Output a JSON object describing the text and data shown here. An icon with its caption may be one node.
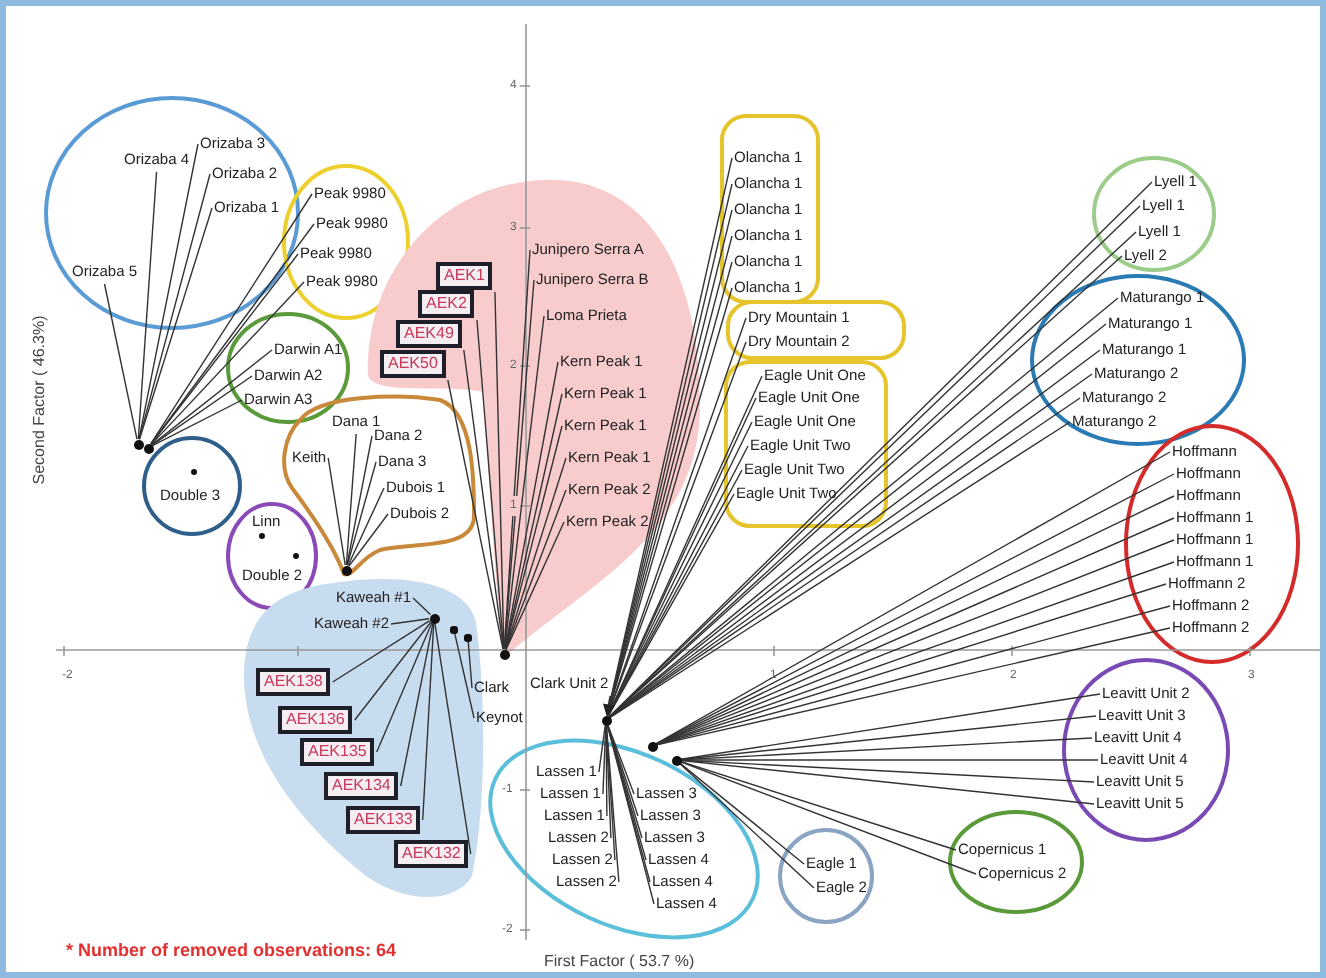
{
  "diagram": {
    "nodes": [
      {
        "text": [],
        "shape": "circle"
      },
      {
        "text": [
          "Orizaba 4"
        ],
        "in": 0
      },
      {
        "text": [
          "Orizaba 3"
        ],
        "in": 0
      },
      {
        "text": [
          "Orizaba 2"
        ],
        "in": 0
      },
      {
        "text": [
          "Orizaba 1"
        ],
        "in": 0
      },
      {
        "text": [
          "Orizaba 5"
        ],
        "in": 0
      },
      {
        "text": [],
        "shape": "circle"
      },
      {
        "text": [
          "Peak 9980"
        ],
        "in": 6
      },
      {
        "text": [
          "Peak 9980"
        ],
        "in": 6
      },
      {
        "text": [
          "Peak 9980"
        ],
        "in": 6
      },
      {
        "text": [
          "Peak 9980"
        ],
        "in": 6
      },
      {
        "text": [],
        "shape": "circle"
      },
      {
        "text": [
          "Darwin A1"
        ],
        "in": 11
      },
      {
        "text": [
          "Darwin A2"
        ],
        "in": 11
      },
      {
        "text": [
          "Darwin A3"
        ],
        "in": 11
      },
      {
        "text": [],
        "shape": "circle"
      },
      {
        "text": [],
        "shape": "circle"
      },
      {
        "text": [],
        "shape": "blob"
      },
      {
        "text": [
          "Dana 1"
        ],
        "in": 17
      },
      {
        "text": [
          "Dana 2"
        ],
        "in": 17
      },
      {
        "text": [
          "Keith"
        ],
        "in": 17
      },
      {
        "text": [
          "Dana 3"
        ],
        "in": 17
      },
      {
        "text": [
          "Dubois 1"
        ],
        "in": 17
      },
      {
        "text": [
          "Dubois 2"
        ],
        "in": 17
      },
      {
        "text": [],
        "shape": "circle"
      },
      {
        "text": [
          "Double 3"
        ],
        "in": 24
      },
      {
        "text": [],
        "shape": "circle"
      },
      {
        "text": [
          "Linn"
        ],
        "in": 26
      },
      {
        "text": [
          "Double 2"
        ],
        "in": 26
      },
      {
        "text": [],
        "shape": "circle",
        "in": 17
      },
      {
        "text": [],
        "shape": "blob"
      },
      {
        "text": [
          "Junipero Serra A"
        ],
        "in": 30
      },
      {
        "text": [
          "AEK1"
        ],
        "in": 30
      },
      {
        "text": [
          "Junipero Serra B"
        ],
        "in": 30
      },
      {
        "text": [
          "AEK2"
        ],
        "in": 30
      },
      {
        "text": [
          "Loma Prieta"
        ],
        "in": 30
      },
      {
        "text": [
          "AEK49"
        ],
        "in": 30
      },
      {
        "text": [
          "Kern Peak 1"
        ],
        "in": 30
      },
      {
        "text": [
          "AEK50"
        ],
        "in": 30
      },
      {
        "text": [
          "Kern Peak 1"
        ],
        "in": 30
      },
      {
        "text": [
          "Kern Peak 1"
        ],
        "in": 30
      },
      {
        "text": [
          "Kern Peak 1"
        ],
        "in": 30
      },
      {
        "text": [
          "Kern Peak 2"
        ],
        "in": 30
      },
      {
        "text": [
          "Kern Peak 2"
        ],
        "in": 30
      },
      {
        "text": [],
        "shape": "blob"
      },
      {
        "text": [
          "Kaweah #1"
        ],
        "in": 44
      },
      {
        "text": [
          "Kaweah #2"
        ],
        "in": 44
      },
      {
        "text": [
          "AEK138"
        ],
        "in": 44
      },
      {
        "text": [
          "AEK136"
        ],
        "in": 44
      },
      {
        "text": [
          "AEK135"
        ],
        "in": 44
      },
      {
        "text": [
          "AEK134"
        ],
        "in": 44
      },
      {
        "text": [
          "AEK133"
        ],
        "in": 44
      },
      {
        "text": [
          "AEK132"
        ],
        "in": 44
      },
      {
        "text": [],
        "shape": "circle",
        "in": 44
      },
      {
        "text": [],
        "shape": "circle",
        "in": 44
      },
      {
        "text": [],
        "shape": "circle",
        "in": 44
      },
      {
        "text": [],
        "shape": "circle",
        "in": 30
      },
      {
        "text": [
          "Clark"
        ]
      },
      {
        "text": [
          "Keynot"
        ]
      },
      {
        "text": [],
        "shape": "box"
      },
      {
        "text": [
          "Olancha 1"
        ],
        "in": 59
      },
      {
        "text": [
          "Olancha 1"
        ],
        "in": 59
      },
      {
        "text": [
          "Olancha 1"
        ],
        "in": 59
      },
      {
        "text": [
          "Olancha 1"
        ],
        "in": 59
      },
      {
        "text": [
          "Olancha 1"
        ],
        "in": 59
      },
      {
        "text": [
          "Olancha 1"
        ],
        "in": 59
      },
      {
        "text": [],
        "shape": "box"
      },
      {
        "text": [
          "Dry Mountain 1"
        ],
        "in": 66
      },
      {
        "text": [
          "Dry Mountain 2"
        ],
        "in": 66
      },
      {
        "text": [],
        "shape": "box"
      },
      {
        "text": [
          "Eagle Unit One"
        ],
        "in": 69
      },
      {
        "text": [
          "Eagle Unit One"
        ],
        "in": 69
      },
      {
        "text": [
          "Eagle Unit One"
        ],
        "in": 69
      },
      {
        "text": [
          "Eagle Unit Two"
        ],
        "in": 69
      },
      {
        "text": [
          "Eagle Unit Two"
        ],
        "in": 69
      },
      {
        "text": [
          "Eagle Unit Two"
        ],
        "in": 69
      },
      {
        "text": [],
        "shape": "circle"
      },
      {
        "text": [
          "Lyell 1"
        ],
        "in": 76
      },
      {
        "text": [
          "Lyell 1"
        ],
        "in": 76
      },
      {
        "text": [
          "Lyell 1"
        ],
        "in": 76
      },
      {
        "text": [
          "Lyell 2"
        ],
        "in": 76
      },
      {
        "text": [],
        "shape": "circle"
      },
      {
        "text": [
          "Maturango 1"
        ],
        "in": 81
      },
      {
        "text": [
          "Maturango 1"
        ],
        "in": 81
      },
      {
        "text": [
          "Maturango 1"
        ],
        "in": 81
      },
      {
        "text": [
          "Maturango 2"
        ],
        "in": 81
      },
      {
        "text": [
          "Maturango 2"
        ],
        "in": 81
      },
      {
        "text": [
          "Maturango 2"
        ],
        "in": 81
      },
      {
        "text": [],
        "shape": "circle"
      },
      {
        "text": [
          "Hoffmann"
        ],
        "in": 88
      },
      {
        "text": [
          "Hoffmann"
        ],
        "in": 88
      },
      {
        "text": [
          "Hoffmann"
        ],
        "in": 88
      },
      {
        "text": [
          "Hoffmann 1"
        ],
        "in": 88
      },
      {
        "text": [
          "Hoffmann 1"
        ],
        "in": 88
      },
      {
        "text": [
          "Hoffmann 1"
        ],
        "in": 88
      },
      {
        "text": [
          "Hoffmann 2"
        ],
        "in": 88
      },
      {
        "text": [
          "Hoffmann 2"
        ],
        "in": 88
      },
      {
        "text": [
          "Hoffmann 2"
        ],
        "in": 88
      },
      {
        "text": [
          "Clark Unit 2"
        ]
      },
      {
        "text": [],
        "shape": "circle"
      },
      {
        "text": [],
        "shape": "circle"
      },
      {
        "text": [],
        "shape": "circle"
      },
      {
        "text": [],
        "shape": "circle"
      },
      {
        "text": [
          "Lassen 1"
        ],
        "in": 102
      },
      {
        "text": [
          "Lassen 1"
        ],
        "in": 102
      },
      {
        "text": [
          "Lassen 1"
        ],
        "in": 102
      },
      {
        "text": [
          "Lassen 2"
        ],
        "in": 102
      },
      {
        "text": [
          "Lassen 2"
        ],
        "in": 102
      },
      {
        "text": [
          "Lassen 2"
        ],
        "in": 102
      },
      {
        "text": [
          "Lassen 3"
        ],
        "in": 102
      },
      {
        "text": [
          "Lassen 3"
        ],
        "in": 102
      },
      {
        "text": [
          "Lassen 3"
        ],
        "in": 102
      },
      {
        "text": [
          "Lassen 4"
        ],
        "in": 102
      },
      {
        "text": [
          "Lassen 4"
        ],
        "in": 102
      },
      {
        "text": [
          "Lassen 4"
        ],
        "in": 102
      },
      {
        "text": [],
        "shape": "circle"
      },
      {
        "text": [
          "Leavitt Unit 2"
        ],
        "in": 115
      },
      {
        "text": [
          "Leavitt Unit 3"
        ],
        "in": 115
      },
      {
        "text": [
          "Leavitt Unit 4"
        ],
        "in": 115
      },
      {
        "text": [
          "Leavitt Unit 4"
        ],
        "in": 115
      },
      {
        "text": [
          "Leavitt Unit 5"
        ],
        "in": 115
      },
      {
        "text": [
          "Leavitt Unit 5"
        ],
        "in": 115
      },
      {
        "text": [],
        "shape": "circle"
      },
      {
        "text": [
          "Eagle 1"
        ],
        "in": 122
      },
      {
        "text": [
          "Eagle 2"
        ],
        "in": 122
      },
      {
        "text": [],
        "shape": "circle"
      },
      {
        "text": [
          "Copernicus 1"
        ],
        "in": 125
      },
      {
        "text": [
          "Copernicus 2"
        ],
        "in": 125
      }
    ],
    "edges": [
      {
        "from": 1,
        "to": 15,
        "arrow": "none"
      },
      {
        "from": 2,
        "to": 15,
        "arrow": "none"
      },
      {
        "from": 3,
        "to": 15,
        "arrow": "none"
      },
      {
        "from": 4,
        "to": 15,
        "arrow": "none"
      },
      {
        "from": 5,
        "to": 15,
        "arrow": "none"
      },
      {
        "from": 7,
        "to": 16,
        "arrow": "none"
      },
      {
        "from": 8,
        "to": 16,
        "arrow": "none"
      },
      {
        "from": 9,
        "to": 16,
        "arrow": "none"
      },
      {
        "from": 10,
        "to": 16,
        "arrow": "none"
      },
      {
        "from": 12,
        "to": 16,
        "arrow": "none"
      },
      {
        "from": 13,
        "to": 16,
        "arrow": "none"
      },
      {
        "from": 14,
        "to": 16,
        "arrow": "none"
      },
      {
        "from": 18,
        "to": 29,
        "arrow": "none"
      },
      {
        "from": 19,
        "to": 29,
        "arrow": "none"
      },
      {
        "from": 20,
        "to": 29,
        "arrow": "none"
      },
      {
        "from": 21,
        "to": 29,
        "arrow": "none"
      },
      {
        "from": 22,
        "to": 29,
        "arrow": "none"
      },
      {
        "from": 23,
        "to": 29,
        "arrow": "none"
      },
      {
        "from": 31,
        "to": 56,
        "arrow": "none"
      },
      {
        "from": 32,
        "to": 56,
        "arrow": "none"
      },
      {
        "from": 33,
        "to": 56,
        "arrow": "none"
      },
      {
        "from": 34,
        "to": 56,
        "arrow": "none"
      },
      {
        "from": 35,
        "to": 56,
        "arrow": "none"
      },
      {
        "from": 36,
        "to": 56,
        "arrow": "none"
      },
      {
        "from": 37,
        "to": 56,
        "arrow": "none"
      },
      {
        "from": 38,
        "to": 56,
        "arrow": "none"
      },
      {
        "from": 39,
        "to": 56,
        "arrow": "none"
      },
      {
        "from": 40,
        "to": 56,
        "arrow": "none"
      },
      {
        "from": 41,
        "to": 56,
        "arrow": "none"
      },
      {
        "from": 42,
        "to": 56,
        "arrow": "none"
      },
      {
        "from": 43,
        "to": 56,
        "arrow": "none"
      },
      {
        "from": 45,
        "to": 53,
        "arrow": "none"
      },
      {
        "from": 46,
        "to": 53,
        "arrow": "none"
      },
      {
        "from": 47,
        "to": 53,
        "arrow": "none"
      },
      {
        "from": 48,
        "to": 53,
        "arrow": "none"
      },
      {
        "from": 49,
        "to": 53,
        "arrow": "none"
      },
      {
        "from": 50,
        "to": 53,
        "arrow": "none"
      },
      {
        "from": 51,
        "to": 53,
        "arrow": "none"
      },
      {
        "from": 52,
        "to": 53,
        "arrow": "none"
      },
      {
        "from": 57,
        "to": 55,
        "arrow": "none"
      },
      {
        "from": 58,
        "to": 54,
        "arrow": "none"
      },
      {
        "from": 60,
        "to": 99,
        "arrow": "none"
      },
      {
        "from": 61,
        "to": 99,
        "arrow": "none"
      },
      {
        "from": 62,
        "to": 99,
        "arrow": "none"
      },
      {
        "from": 63,
        "to": 99,
        "arrow": "none"
      },
      {
        "from": 64,
        "to": 99,
        "arrow": "none"
      },
      {
        "from": 65,
        "to": 99,
        "arrow": "none"
      },
      {
        "from": 67,
        "to": 99,
        "arrow": "none"
      },
      {
        "from": 68,
        "to": 99,
        "arrow": "none"
      },
      {
        "from": 70,
        "to": 99,
        "arrow": "none"
      },
      {
        "from": 71,
        "to": 99,
        "arrow": "none"
      },
      {
        "from": 72,
        "to": 99,
        "arrow": "none"
      },
      {
        "from": 73,
        "to": 99,
        "arrow": "none"
      },
      {
        "from": 74,
        "to": 99,
        "arrow": "none"
      },
      {
        "from": 75,
        "to": 99,
        "arrow": "none"
      },
      {
        "from": 77,
        "to": 99,
        "arrow": "none"
      },
      {
        "from": 78,
        "to": 99,
        "arrow": "none"
      },
      {
        "from": 79,
        "to": 99,
        "arrow": "none"
      },
      {
        "from": 80,
        "to": 99,
        "arrow": "none"
      },
      {
        "from": 82,
        "to": 99,
        "arrow": "none"
      },
      {
        "from": 83,
        "to": 99,
        "arrow": "none"
      },
      {
        "from": 84,
        "to": 99,
        "arrow": "none"
      },
      {
        "from": 85,
        "to": 99,
        "arrow": "none"
      },
      {
        "from": 86,
        "to": 99,
        "arrow": "none"
      },
      {
        "from": 87,
        "to": 99,
        "arrow": "none"
      },
      {
        "from": 89,
        "to": 100,
        "arrow": "none"
      },
      {
        "from": 90,
        "to": 100,
        "arrow": "none"
      },
      {
        "from": 91,
        "to": 100,
        "arrow": "none"
      },
      {
        "from": 92,
        "to": 100,
        "arrow": "none"
      },
      {
        "from": 93,
        "to": 100,
        "arrow": "none"
      },
      {
        "from": 94,
        "to": 100,
        "arrow": "none"
      },
      {
        "from": 95,
        "to": 100,
        "arrow": "none"
      },
      {
        "from": 96,
        "to": 100,
        "arrow": "none"
      },
      {
        "from": 97,
        "to": 100,
        "arrow": "none"
      },
      {
        "from": 98,
        "to": 99,
        "arrow": "to"
      },
      {
        "from": 103,
        "to": 99,
        "arrow": "none"
      },
      {
        "from": 104,
        "to": 99,
        "arrow": "none"
      },
      {
        "from": 105,
        "to": 99,
        "arrow": "none"
      },
      {
        "from": 106,
        "to": 99,
        "arrow": "none"
      },
      {
        "from": 107,
        "to": 99,
        "arrow": "none"
      },
      {
        "from": 108,
        "to": 99,
        "arrow": "none"
      },
      {
        "from": 109,
        "to": 99,
        "arrow": "none"
      },
      {
        "from": 110,
        "to": 99,
        "arrow": "none"
      },
      {
        "from": 111,
        "to": 99,
        "arrow": "none"
      },
      {
        "from": 112,
        "to": 99,
        "arrow": "none"
      },
      {
        "from": 113,
        "to": 99,
        "arrow": "none"
      },
      {
        "from": 114,
        "to": 99,
        "arrow": "none"
      },
      {
        "from": 116,
        "to": 101,
        "arrow": "none"
      },
      {
        "from": 117,
        "to": 101,
        "arrow": "none"
      },
      {
        "from": 118,
        "to": 101,
        "arrow": "none"
      },
      {
        "from": 119,
        "to": 101,
        "arrow": "none"
      },
      {
        "from": 120,
        "to": 101,
        "arrow": "none"
      },
      {
        "from": 121,
        "to": 101,
        "arrow": "none"
      },
      {
        "from": 123,
        "to": 101,
        "arrow": "none"
      },
      {
        "from": 124,
        "to": 101,
        "arrow": "none"
      },
      {
        "from": 126,
        "to": 101,
        "arrow": "none"
      },
      {
        "from": 127,
        "to": 101,
        "arrow": "none"
      }
    ],
    "labels": [
      "4",
      "3",
      "2",
      "1",
      "Second Factor ( 46.3%)",
      "-2",
      "1",
      "2",
      "3",
      "-1",
      "-2",
      "* Number of removed observations: 64",
      "First Factor ( 53.7 %)"
    ]
  }
}
